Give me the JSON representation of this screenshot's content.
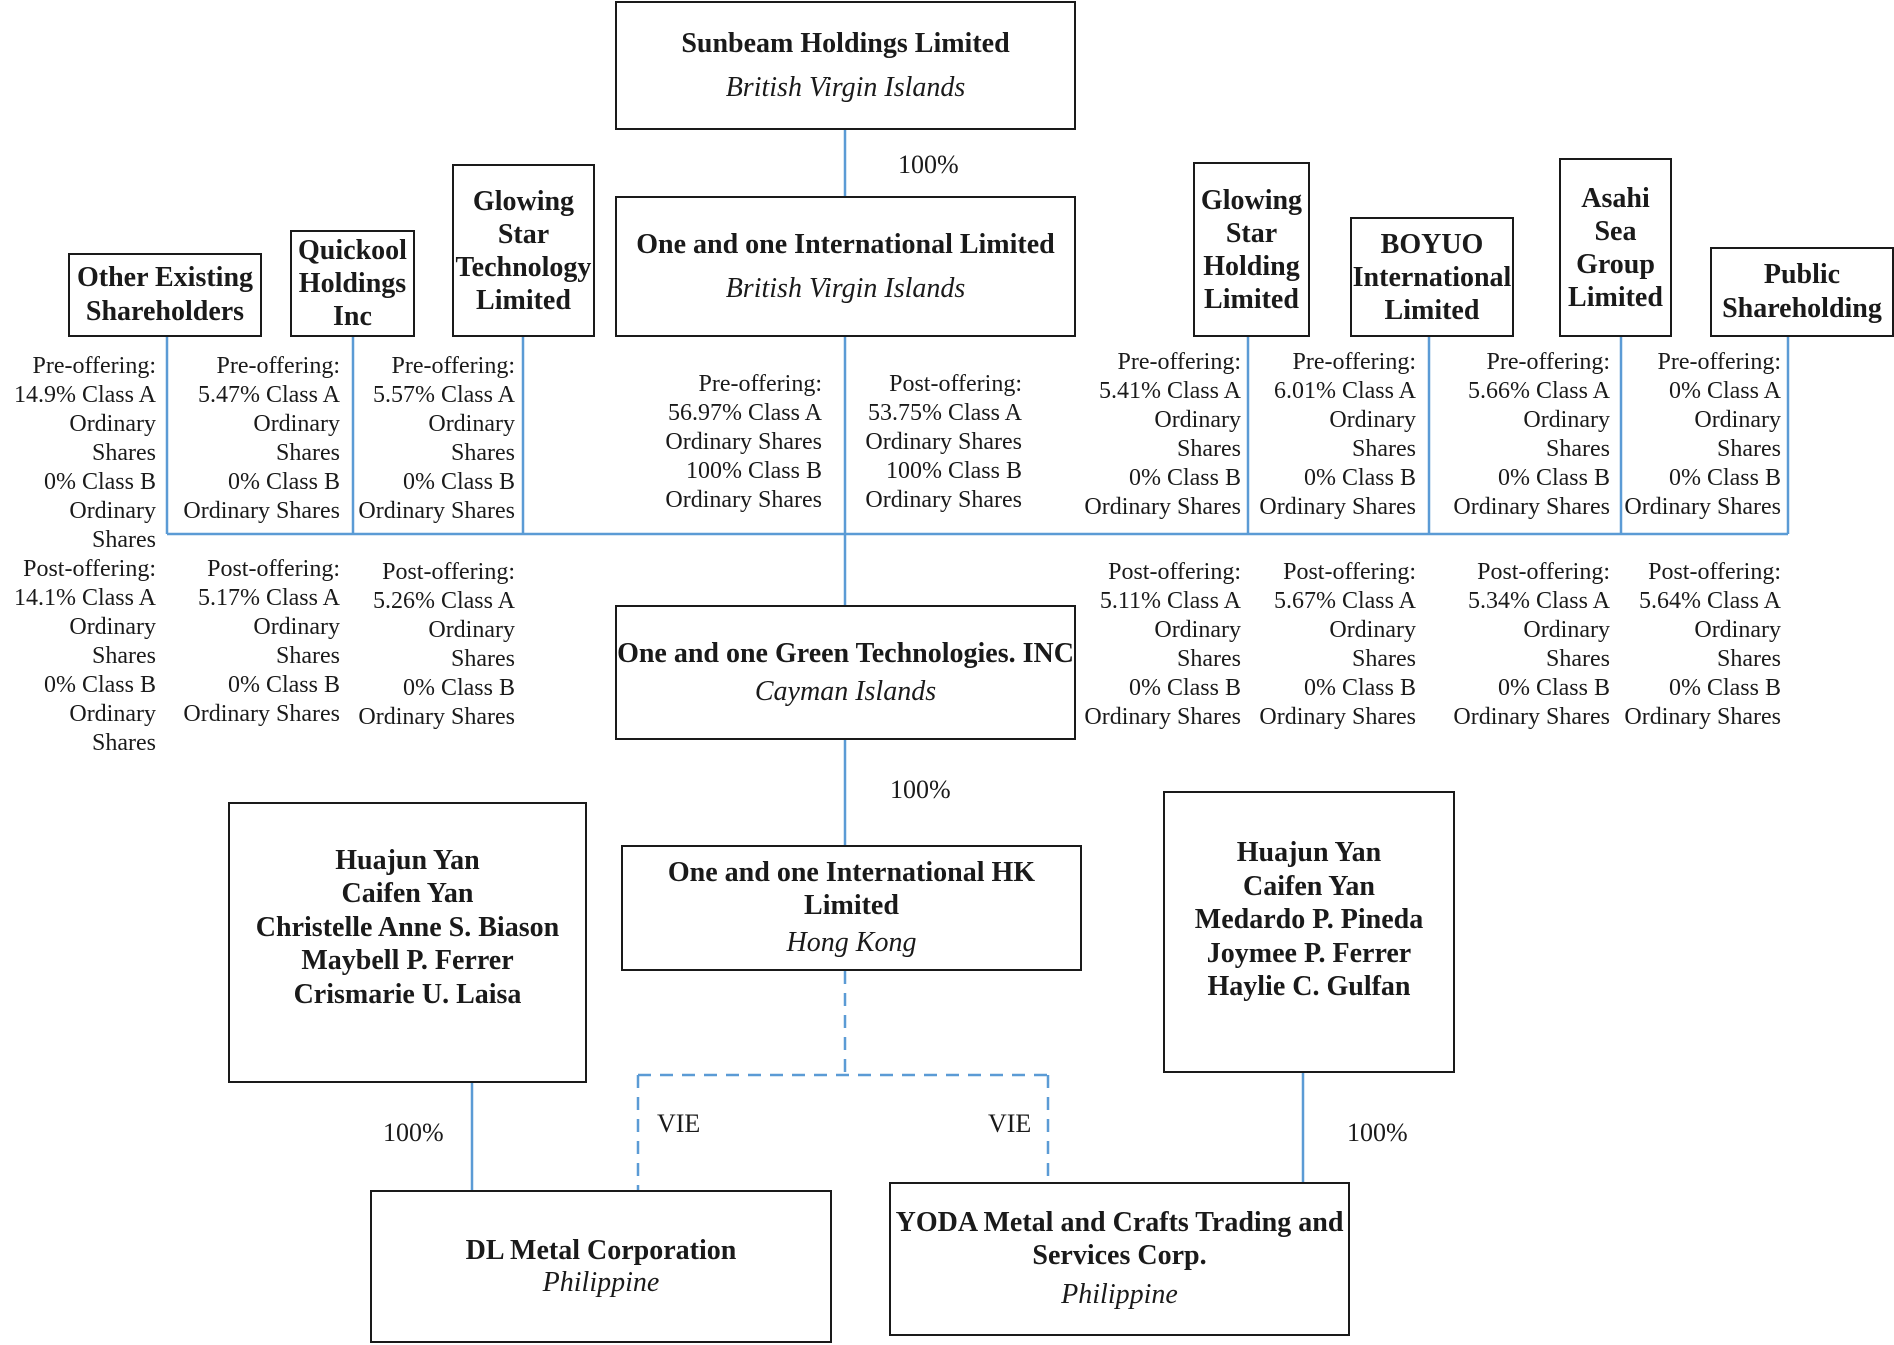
{
  "top_entity": {
    "name": "Sunbeam Holdings Limited",
    "location": "British Virgin Islands"
  },
  "top_ownership": "100%",
  "bvi_entity": {
    "name": "One and one International Limited",
    "location": "British Virgin Islands"
  },
  "shareholders": {
    "other_existing": {
      "name": "Other Existing\nShareholders",
      "pre": "Pre-offering:\n14.9% Class A\nOrdinary\nShares\n0% Class B\nOrdinary Shares",
      "post": "Post-offering:\n14.1% Class A\nOrdinary\nShares\n0% Class B\nOrdinary Shares"
    },
    "quickool": {
      "name": "Quickool\nHoldings\nInc",
      "pre": "Pre-offering:\n5.47% Class A\nOrdinary\nShares\n0% Class B\nOrdinary Shares",
      "post": "Post-offering:\n5.17% Class A\nOrdinary\nShares\n0% Class B\nOrdinary Shares"
    },
    "glowing_star_tech": {
      "name": "Glowing\nStar\nTechnology\nLimited",
      "pre": "Pre-offering:\n5.57% Class A\nOrdinary\nShares\n0% Class B\nOrdinary Shares",
      "post": "Post-offering:\n5.26% Class A\nOrdinary\nShares\n0% Class B\nOrdinary Shares"
    },
    "one_and_one_intl": {
      "pre": "Pre-offering:\n56.97% Class A\nOrdinary Shares\n100% Class B\nOrdinary Shares",
      "post": "Post-offering:\n53.75% Class A\nOrdinary Shares\n100% Class B\nOrdinary Shares"
    },
    "glowing_star_holding": {
      "name": "Glowing\nStar\nHolding\nLimited",
      "pre": "Pre-offering:\n5.41% Class A\nOrdinary\nShares\n0% Class B\nOrdinary Shares",
      "post": "Post-offering:\n5.11% Class A\nOrdinary\nShares\n0% Class B\nOrdinary Shares"
    },
    "boyuo": {
      "name": "BOYUO\nInternational\nLimited",
      "pre": "Pre-offering:\n6.01% Class A\nOrdinary\nShares\n0% Class B\nOrdinary Shares",
      "post": "Post-offering:\n5.67% Class A\nOrdinary\nShares\n0% Class B\nOrdinary Shares"
    },
    "asahi": {
      "name": "Asahi\nSea\nGroup\nLimited",
      "pre": "Pre-offering:\n5.66% Class A\nOrdinary\nShares\n0% Class B\nOrdinary Shares",
      "post": "Post-offering:\n5.34% Class A\nOrdinary\nShares\n0% Class B\nOrdinary Shares"
    },
    "public": {
      "name": "Public\nShareholding",
      "pre": "Pre-offering:\n0% Class A\nOrdinary\nShares\n0% Class B\nOrdinary Shares",
      "post": "Post-offering:\n5.64% Class A\nOrdinary\nShares\n0% Class B\nOrdinary Shares"
    }
  },
  "cayman_entity": {
    "name": "One and one Green Technologies. INC",
    "location": "Cayman Islands"
  },
  "cayman_ownership": "100%",
  "hk_entity": {
    "name": "One and one International HK\nLimited",
    "location": "Hong Kong"
  },
  "owners_left": {
    "names": "Huajun Yan\nCaifen Yan\nChristelle Anne S. Biason\nMaybell P. Ferrer\nCrismarie U. Laisa"
  },
  "owners_right": {
    "names": "Huajun Yan\nCaifen Yan\nMedardo P. Pineda\nJoymee P. Ferrer\nHaylie C. Gulfan"
  },
  "left_ownership": "100%",
  "right_ownership": "100%",
  "vie_left": "VIE",
  "vie_right": "VIE",
  "dl_entity": {
    "name": "DL Metal Corporation",
    "location": "Philippine"
  },
  "yoda_entity": {
    "name": "YODA Metal and Crafts Trading and\nServices Corp.",
    "location": "Philippine"
  },
  "colors": {
    "line": "#5b9bd5",
    "border": "#1a1a1a"
  }
}
